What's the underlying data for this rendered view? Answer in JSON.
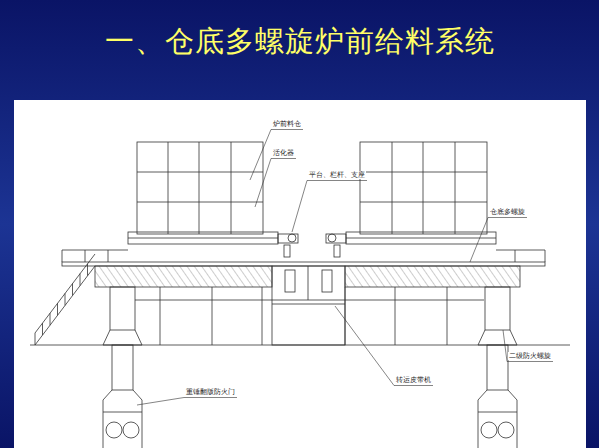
{
  "diagram": {
    "title": "一、仓底多螺旋炉前给料系统",
    "labels": [
      "炉前料仓",
      "活化器",
      "平台、栏杆、支座",
      "仓底多螺旋",
      "二级防火螺旋",
      "转运皮带机",
      "重锤翻版防火门"
    ]
  }
}
